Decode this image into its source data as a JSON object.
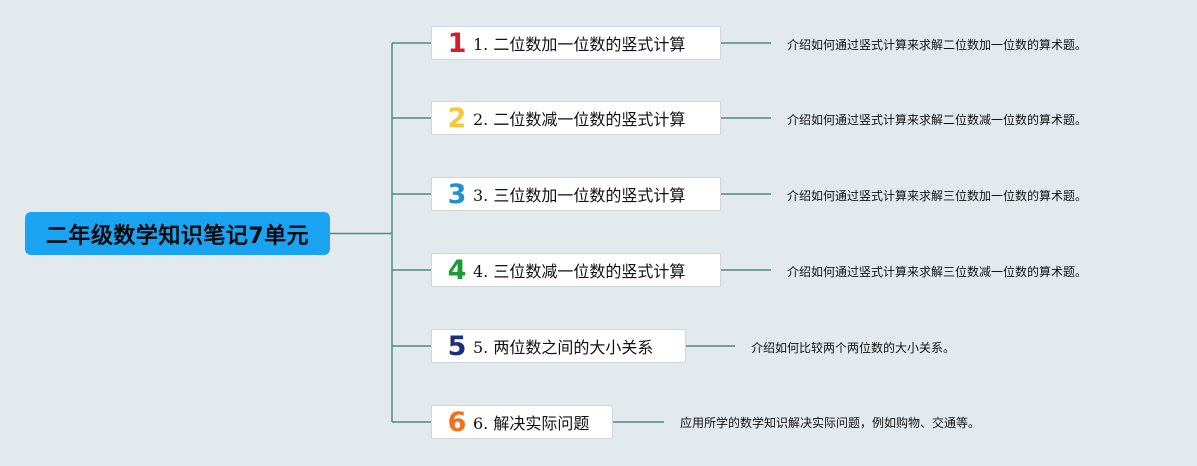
{
  "root": {
    "title": "二年级数学知识笔记7单元"
  },
  "branches": [
    {
      "number": "1",
      "label": "1. 二位数加一位数的竖式计算",
      "note": "介绍如何通过竖式计算来求解二位数加一位数的算术题。",
      "color": "#d0202e"
    },
    {
      "number": "2",
      "label": "2. 二位数减一位数的竖式计算",
      "note": "介绍如何通过竖式计算来求解二位数减一位数的算术题。",
      "color": "#f6c73a"
    },
    {
      "number": "3",
      "label": "3. 三位数加一位数的竖式计算",
      "note": "介绍如何通过竖式计算来求解三位数加一位数的算术题。",
      "color": "#1f8fd6"
    },
    {
      "number": "4",
      "label": "4. 三位数减一位数的竖式计算",
      "note": "介绍如何通过竖式计算来求解三位数减一位数的算术题。",
      "color": "#1e9a3a"
    },
    {
      "number": "5",
      "label": "5. 两位数之间的大小关系",
      "note": "介绍如何比较两个两位数的大小关系。",
      "color": "#1c2f7a"
    },
    {
      "number": "6",
      "label": "6. 解决实际问题",
      "note": "应用所学的数学知识解决实际问题，例如购物、交通等。",
      "color": "#f0701c"
    }
  ],
  "line_color": "#4f8a7e"
}
